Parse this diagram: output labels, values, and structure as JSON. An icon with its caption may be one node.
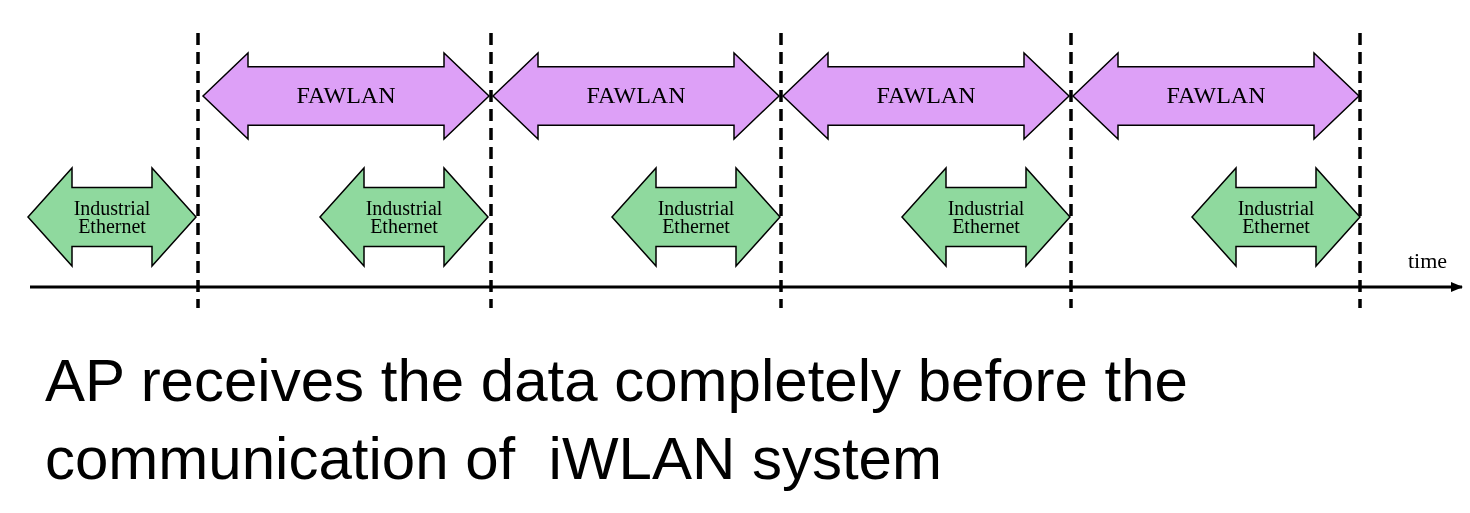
{
  "diagram": {
    "caption": "AP receives the data completely before the communication of  iWLAN system",
    "nodes": [
      {
        "text": [
          "FAWLAN"
        ]
      },
      {
        "text": [
          "FAWLAN"
        ]
      },
      {
        "text": [
          "FAWLAN"
        ]
      },
      {
        "text": [
          "FAWLAN"
        ]
      },
      {
        "text": [
          "Industrial Ethernet"
        ]
      },
      {
        "text": [
          "Industrial Ethernet"
        ]
      },
      {
        "text": [
          "Industrial Ethernet"
        ]
      },
      {
        "text": [
          "Industrial Ethernet"
        ]
      },
      {
        "text": [
          "Industrial Ethernet"
        ]
      }
    ],
    "edges": [],
    "labels": [
      "time"
    ]
  }
}
